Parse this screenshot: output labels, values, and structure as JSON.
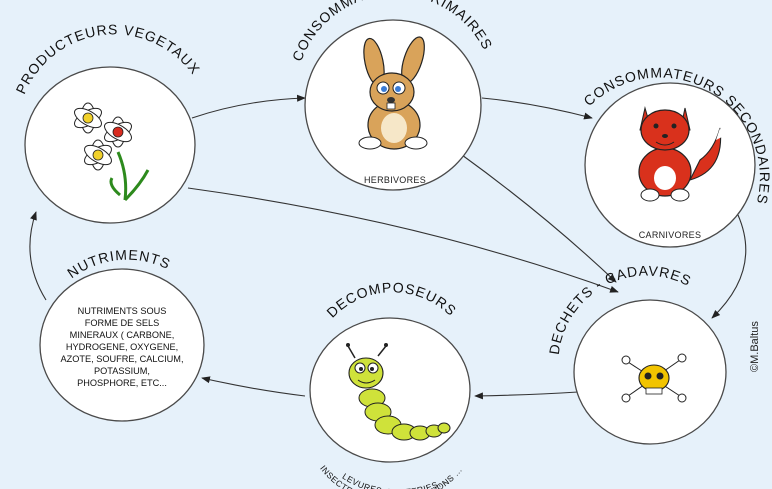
{
  "nodes": {
    "producteurs": {
      "title": "PRODUCTEURS  VEGETAUX"
    },
    "primaires": {
      "title": "CONSOMMATEURS  PRIMAIRES",
      "subtitle": "HERBIVORES"
    },
    "secondaires": {
      "title": "CONSOMMATEURS  SECONDAIRES",
      "subtitle": "CARNIVORES"
    },
    "dechets": {
      "title": "DECHETS - CADAVRES"
    },
    "decomposeurs": {
      "title": "DECOMPOSEURS",
      "caption_line1": "INSECTES, VERS, CHAMPIGNONS ...",
      "caption_line2": "LEVURES, BACTERIES, ..."
    },
    "nutriments": {
      "title": "NUTRIMENTS",
      "lines": [
        "NUTRIMENTS SOUS",
        "FORME DE SELS",
        "MINERAUX ( CARBONE,",
        "HYDROGENE, OXYGENE,",
        "AZOTE, SOUFRE, CALCIUM,",
        "POTASSIUM,",
        "PHOSPHORE, ETC..."
      ]
    }
  },
  "credit": "©M.Baltus",
  "colors": {
    "background": "#e6f1fa",
    "rabbit": "#d9a35a",
    "fox": "#d9311c",
    "worm": "#cfe23a",
    "skull": "#f2c400"
  }
}
